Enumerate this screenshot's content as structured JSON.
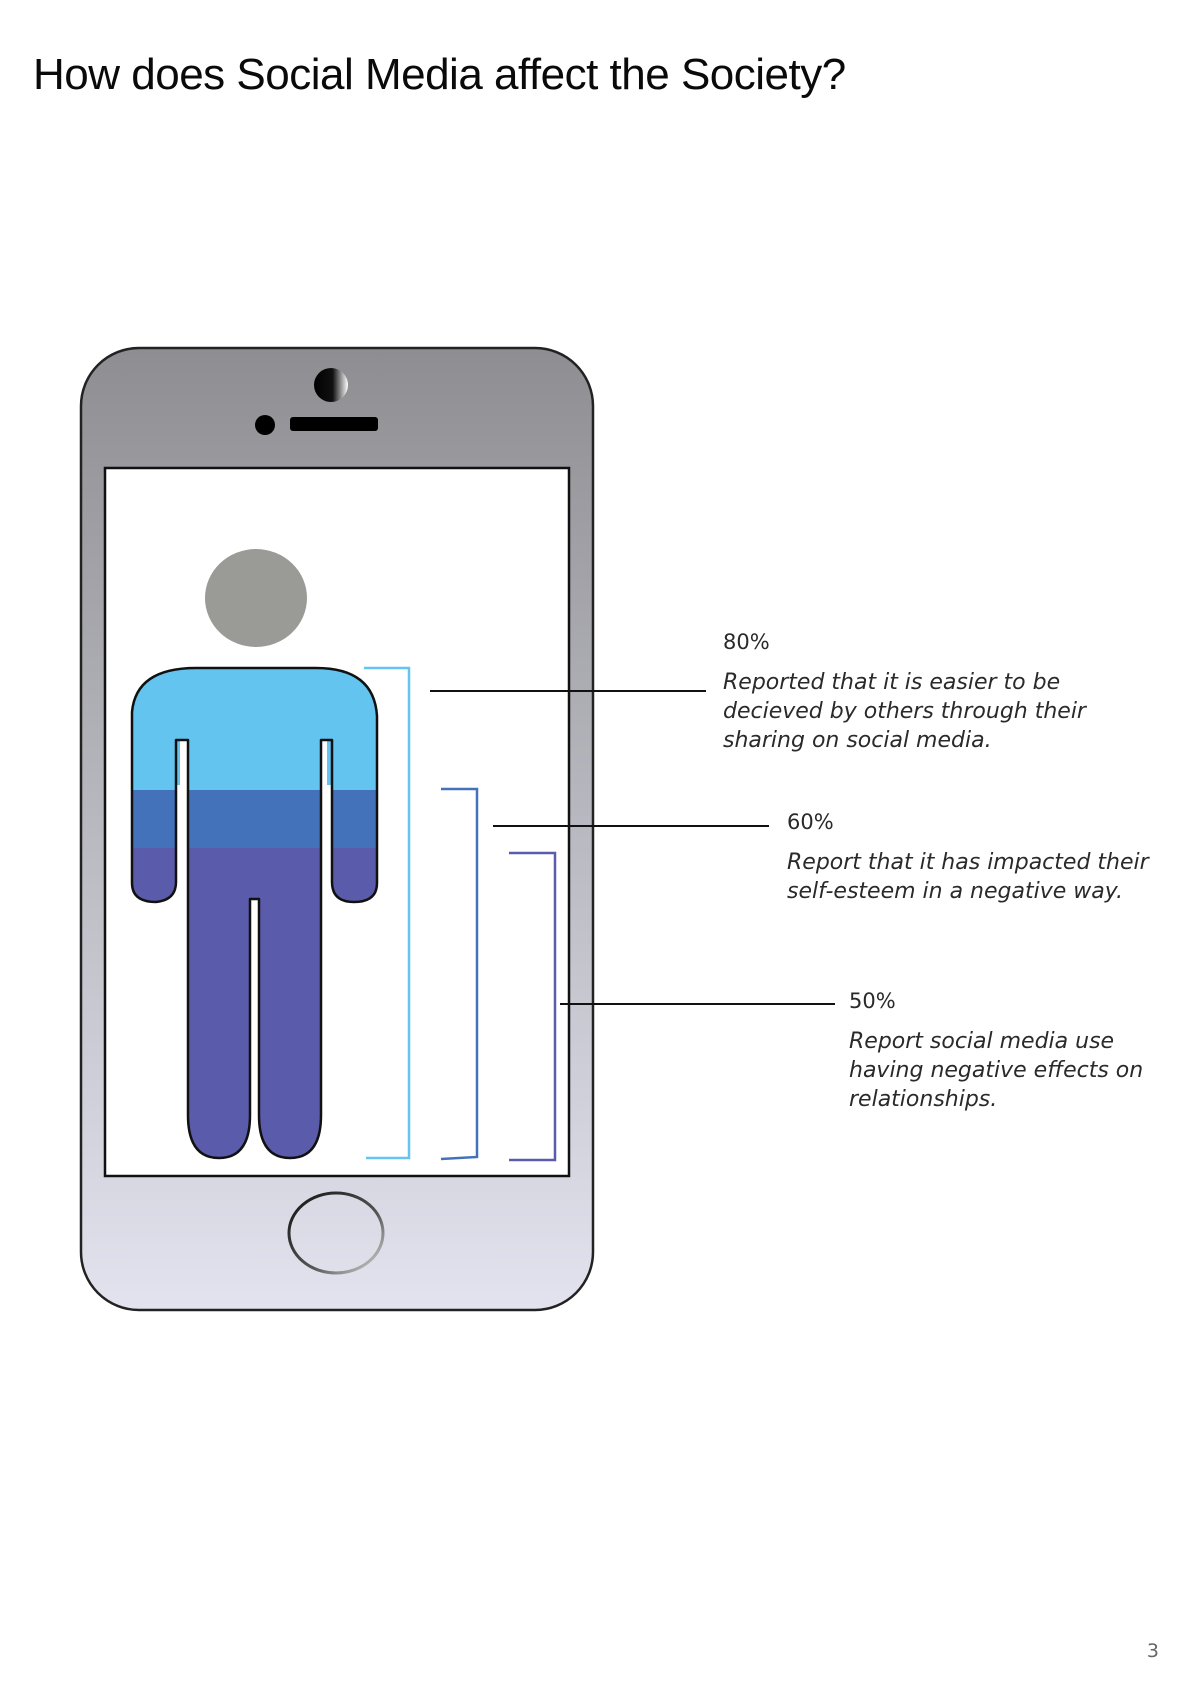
{
  "title": "How does Social Media affect the Society?",
  "colors": {
    "light_blue": "#62c4ef",
    "mid_blue": "#4472ba",
    "purple": "#5b5bab",
    "head_gray": "#9a9a96",
    "phone_top": "#8e8e92",
    "phone_bottom": "#e3e3ef"
  },
  "stats": [
    {
      "percent": "80%",
      "text": "Reported that it is easier to be decieved by others through their sharing on social media."
    },
    {
      "percent": "60%",
      "text": "Report that it has impacted their self-esteem in a negative way."
    },
    {
      "percent": "50%",
      "text": "Report social media use having negative effects on relationships."
    }
  ],
  "page_number": "3"
}
